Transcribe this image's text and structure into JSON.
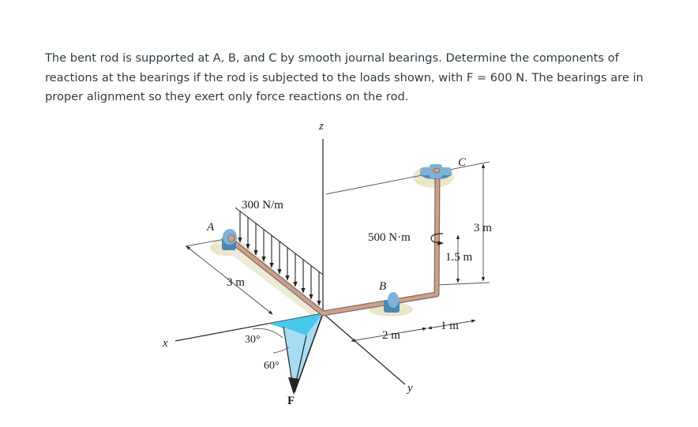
{
  "problem": {
    "text": "The bent rod is supported at A, B, and C by smooth journal bearings. Determine the components of reactions at the bearings if the rod is subjected to the loads shown, with F = 600 N. The bearings are in proper alignment so they exert only force reactions on the rod."
  },
  "figure": {
    "axis_z": "z",
    "axis_x": "x",
    "axis_y": "y",
    "bearing_a": "A",
    "bearing_b": "B",
    "bearing_c": "C",
    "distributed_load": "300 N/m",
    "couple_moment": "500 N·m",
    "force_label": "F",
    "angle_30": "30°",
    "angle_60": "60°",
    "dim_3m_a": "3 m",
    "dim_2m": "2 m",
    "dim_1m": "1 m",
    "dim_1_5m": "1.5 m",
    "dim_3m_c": "3 m",
    "colors": {
      "rod": "#c9a18c",
      "rod_edge": "#8a6a5a",
      "bearing": "#7fb2d6",
      "bearing_dark": "#4c86b3",
      "shadow": "#e6e6c8",
      "angle_fill": "#33c3ea",
      "angle_fill_light": "#a6ddf3"
    }
  }
}
